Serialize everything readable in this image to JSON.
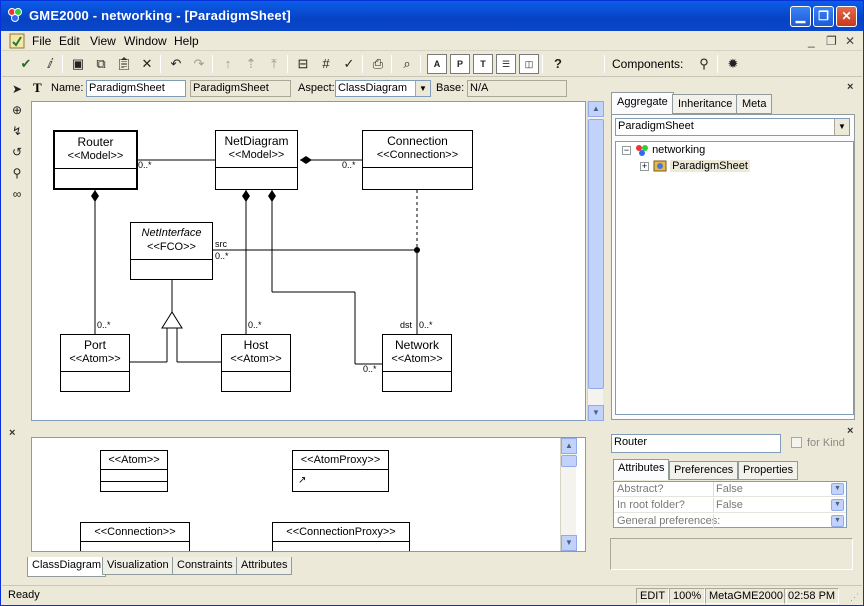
{
  "window": {
    "title": "GME2000 - networking - [ParadigmSheet]"
  },
  "menu": {
    "items": [
      "File",
      "Edit",
      "View",
      "Window",
      "Help"
    ]
  },
  "toolbar": {
    "components_label": "Components:"
  },
  "namebar": {
    "name_label": "Name:",
    "name_value": "ParadigmSheet",
    "kind_value": "ParadigmSheet",
    "aspect_label": "Aspect:",
    "aspect_value": "ClassDiagram",
    "base_label": "Base:",
    "base_value": "N/A"
  },
  "diagram": {
    "nodes": {
      "router": {
        "name": "Router",
        "stereotype": "<<Model>>"
      },
      "netdiagram": {
        "name": "NetDiagram",
        "stereotype": "<<Model>>"
      },
      "connection": {
        "name": "Connection",
        "stereotype": "<<Connection>>"
      },
      "netinterface": {
        "name": "NetInterface",
        "stereotype": "<<FCO>>"
      },
      "port": {
        "name": "Port",
        "stereotype": "<<Atom>>"
      },
      "host": {
        "name": "Host",
        "stereotype": "<<Atom>>"
      },
      "network": {
        "name": "Network",
        "stereotype": "<<Atom>>"
      }
    },
    "edge_labels": {
      "router_nd": "0..*",
      "conn_nd": "0..*",
      "src_role": "src",
      "src_card": "0..*",
      "port_card": "0..*",
      "host_card": "0..*",
      "dst_role": "dst",
      "dst_card": "0..*",
      "net_card": "0..*"
    }
  },
  "bottom_panel": {
    "items": {
      "atom": "<<Atom>>",
      "atomproxy": "<<AtomProxy>>",
      "connection": "<<Connection>>",
      "connectionproxy": "<<ConnectionProxy>>"
    },
    "tabs": [
      "ClassDiagram",
      "Visualization",
      "Constraints",
      "Attributes"
    ]
  },
  "browser": {
    "tabs": [
      "Aggregate",
      "Inheritance",
      "Meta"
    ],
    "filter_value": "ParadigmSheet",
    "tree": {
      "root": "networking",
      "child": "ParadigmSheet"
    }
  },
  "object_inspector": {
    "name_value": "Router",
    "for_kind_label": "for Kind",
    "tabs": [
      "Attributes",
      "Preferences",
      "Properties"
    ],
    "rows": [
      {
        "key": "Abstract?",
        "value": "False"
      },
      {
        "key": "In root folder?",
        "value": "False"
      },
      {
        "key": "General preferences:",
        "value": ""
      }
    ]
  },
  "status": {
    "text": "Ready",
    "mode": "EDIT",
    "zoom": "100%",
    "paradigm": "MetaGME2000",
    "time": "02:58 PM"
  }
}
